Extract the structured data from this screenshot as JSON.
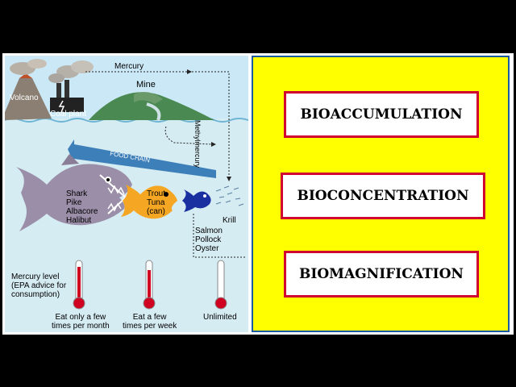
{
  "diagram": {
    "labels": {
      "volcano": "Volcano",
      "coal_plant": "Coal plant",
      "mercury": "Mercury",
      "mine": "Mine",
      "methylmercury": "Methylmercury",
      "food_chain": "FOOD CHAIN",
      "shark_group": "Shark\nPike\nAlbacore\nHalibut",
      "tuna_group": "Trout\nTuna\n(can)",
      "krill": "Krill",
      "salmon_group": "Salmon\nPollock\nOyster",
      "mercury_level": "Mercury level\n(EPA advice for\nconsumption)",
      "advice_1": "Eat only a few\ntimes per month",
      "advice_2": "Eat a few\ntimes per week",
      "advice_3": "Unlimited"
    },
    "thermometer_levels": [
      0.85,
      0.75,
      0.1
    ]
  },
  "terms": [
    "BIOACCUMULATION",
    "BIOCONCENTRATION",
    "BIOMAGNIFICATION"
  ],
  "colors": {
    "background": "#000000",
    "panel_yellow": "#ffff00",
    "term_border": "#d00030",
    "water": "#d6ecf3",
    "sky": "#cbe8f6",
    "food_chain_arrow": "#3d7fb8",
    "shark": "#9b8ea8",
    "tuna": "#f5a623",
    "small_fish": "#1a2fa0",
    "thermometer_red": "#d00020"
  }
}
